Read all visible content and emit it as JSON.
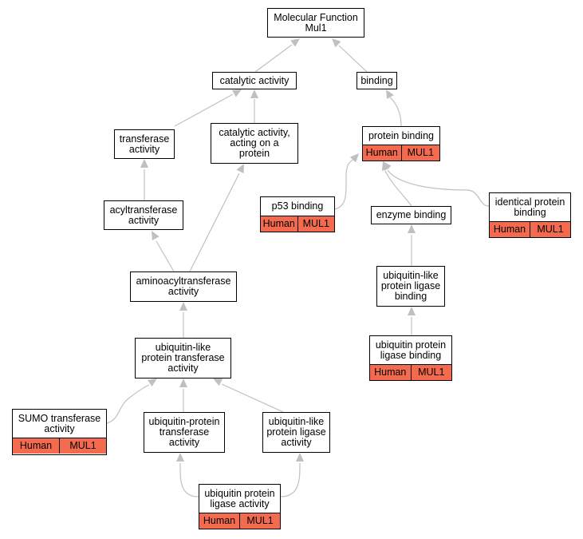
{
  "graph": {
    "tag_color": "#f46a4e",
    "edge_color": "#c0c0c0",
    "nodes": {
      "mf": {
        "label": "Molecular Function\nMul1"
      },
      "catalytic": {
        "label": "catalytic activity"
      },
      "binding": {
        "label": "binding"
      },
      "transferase": {
        "label": "transferase\nactivity"
      },
      "cat_protein": {
        "label": "catalytic activity,\nacting on a\nprotein"
      },
      "protein_binding": {
        "label": "protein binding",
        "tags": [
          "Human",
          "MUL1"
        ]
      },
      "acyltransferase": {
        "label": "acyltransferase\nactivity"
      },
      "p53": {
        "label": "p53 binding",
        "tags": [
          "Human",
          "MUL1"
        ]
      },
      "enzyme_binding": {
        "label": "enzyme binding"
      },
      "identical": {
        "label": "identical protein\nbinding",
        "tags": [
          "Human",
          "MUL1"
        ]
      },
      "aminoacyl": {
        "label": "aminoacyltransferase\nactivity"
      },
      "ubl_ligase_binding": {
        "label": "ubiquitin-like\nprotein ligase\nbinding"
      },
      "ubl_transferase": {
        "label": "ubiquitin-like\nprotein transferase\nactivity"
      },
      "ub_ligase_binding": {
        "label": "ubiquitin protein\nligase binding",
        "tags": [
          "Human",
          "MUL1"
        ]
      },
      "sumo": {
        "label": "SUMO transferase\nactivity",
        "tags": [
          "Human",
          "MUL1"
        ]
      },
      "ub_protein_transferase": {
        "label": "ubiquitin-protein\ntransferase\nactivity"
      },
      "ubl_ligase": {
        "label": "ubiquitin-like\nprotein ligase\nactivity"
      },
      "ub_ligase": {
        "label": "ubiquitin protein\nligase activity",
        "tags": [
          "Human",
          "MUL1"
        ]
      }
    }
  }
}
